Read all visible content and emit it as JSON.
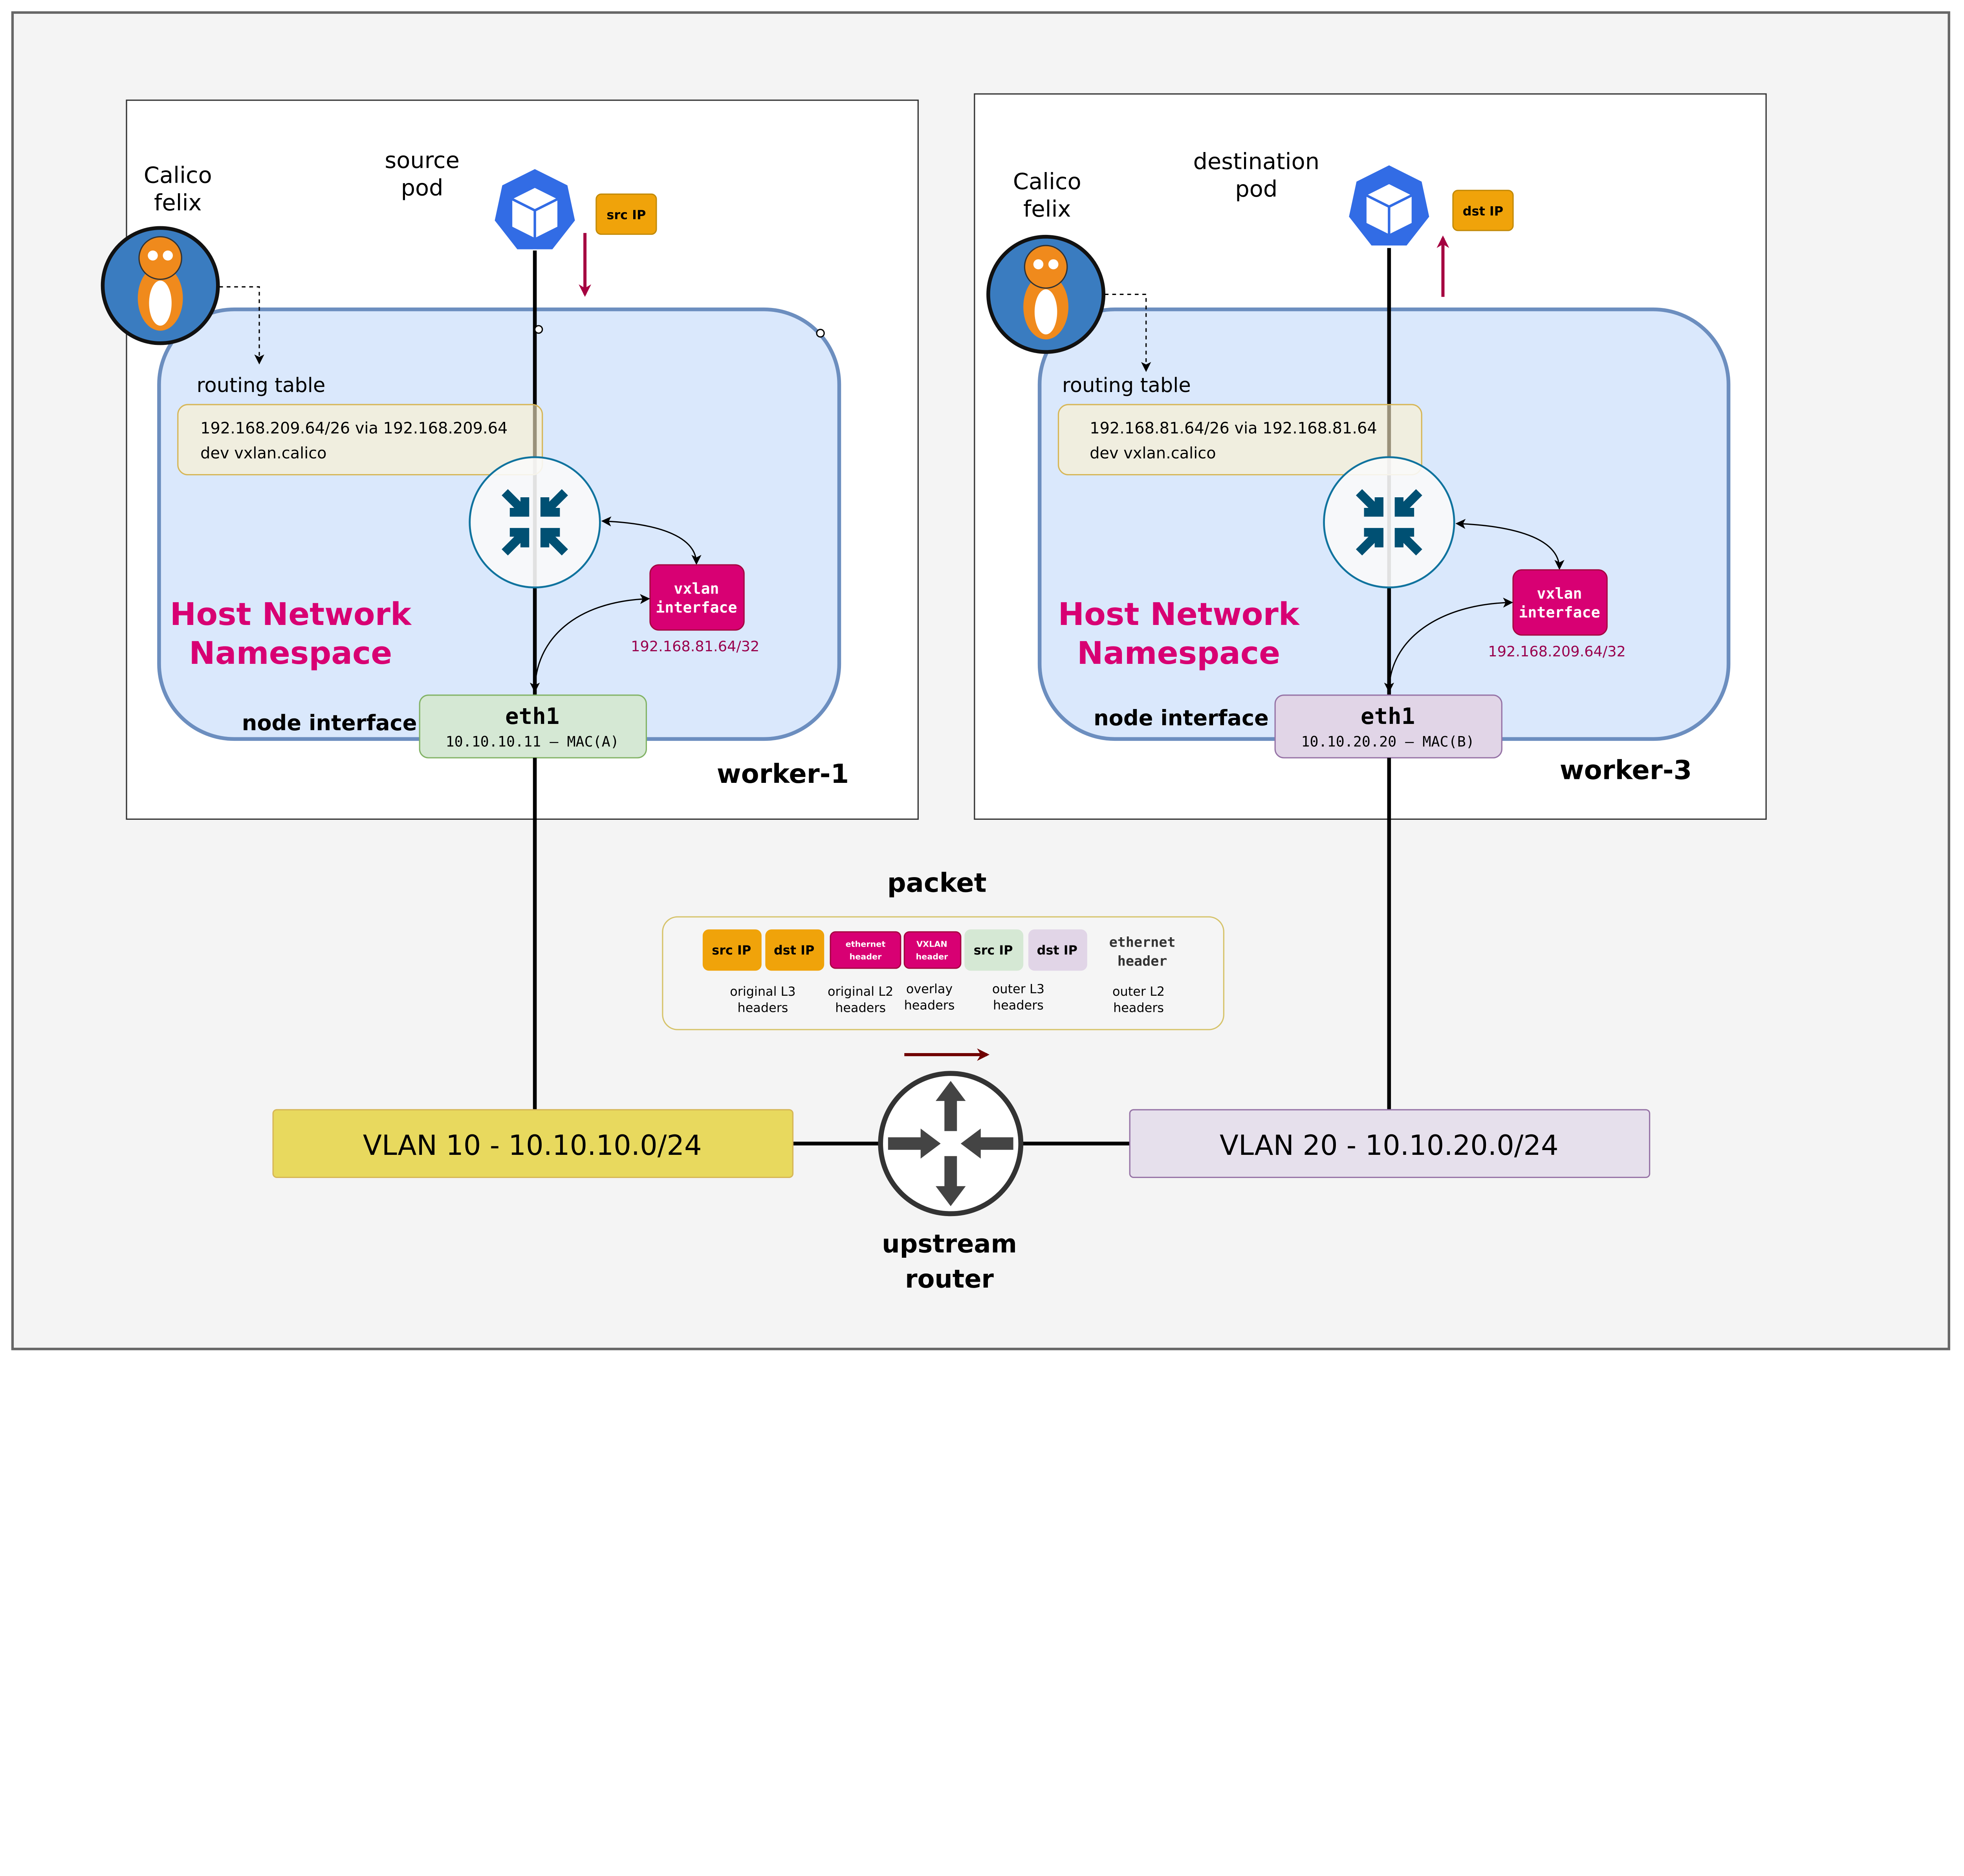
{
  "colors": {
    "background": "#f4f4f4",
    "host_namespace_fill": "#dae8fc",
    "host_namespace_stroke": "#6c8ebf",
    "accent_magenta": "#d80073",
    "ip_badge_orange": "#f0a30a",
    "pod_blue": "#326ce5",
    "router_arrows": "#005073",
    "eth1_worker1": "#d5e8d4",
    "eth1_worker3": "#e1d5e7",
    "vlan10": "#e8d95e",
    "vlan20": "#e6e0ec",
    "flow_arrow": "#a50040"
  },
  "worker1": {
    "name": "worker-1",
    "felix_label": [
      "Calico",
      "felix"
    ],
    "pod_label": [
      "source",
      "pod"
    ],
    "ip_badge": "src IP",
    "routing_label": "routing table",
    "routes": [
      "192.168.209.64/26 via 192.168.209.64",
      "dev vxlan.calico"
    ],
    "namespace_label": [
      "Host Network",
      "Namespace"
    ],
    "vxlan_label": [
      "vxlan",
      "interface"
    ],
    "vxlan_ip": "192.168.81.64/32",
    "node_interface_label": "node interface",
    "eth_name": "eth1",
    "eth_detail": "10.10.10.11 – MAC(A)",
    "icons": [
      "calico-cat-icon",
      "kubernetes-pod-icon",
      "router-icon"
    ]
  },
  "worker3": {
    "name": "worker-3",
    "felix_label": [
      "Calico",
      "felix"
    ],
    "pod_label": [
      "destination",
      "pod"
    ],
    "ip_badge": "dst IP",
    "routing_label": "routing table",
    "routes": [
      "192.168.81.64/26 via 192.168.81.64",
      "dev vxlan.calico"
    ],
    "namespace_label": [
      "Host Network",
      "Namespace"
    ],
    "vxlan_label": [
      "vxlan",
      "interface"
    ],
    "vxlan_ip": "192.168.209.64/32",
    "node_interface_label": "node interface",
    "eth_name": "eth1",
    "eth_detail": "10.10.20.20 – MAC(B)"
  },
  "packet": {
    "title": "packet",
    "chips": [
      {
        "label": [
          "src IP"
        ],
        "color": "#f0a30a"
      },
      {
        "label": [
          "dst IP"
        ],
        "color": "#f0a30a"
      },
      {
        "label": [
          "ethernet",
          "header"
        ],
        "color": "#d80073"
      },
      {
        "label": [
          "VXLAN",
          "header"
        ],
        "color": "#d80073"
      },
      {
        "label": [
          "src IP"
        ],
        "color": "#d5e8d4"
      },
      {
        "label": [
          "dst IP"
        ],
        "color": "#e1d5e7"
      },
      {
        "label": [
          "ethernet",
          "header"
        ],
        "color": "none"
      }
    ],
    "groups": [
      [
        "original L3",
        "headers"
      ],
      [
        "original L2",
        "headers"
      ],
      [
        "overlay",
        "headers"
      ],
      [
        "outer L3",
        "headers"
      ],
      [
        "outer L2",
        "headers"
      ]
    ]
  },
  "network": {
    "vlan10": "VLAN 10 - 10.10.10.0/24",
    "vlan20": "VLAN 20 - 10.10.20.0/24",
    "router_label": [
      "upstream",
      "router"
    ]
  }
}
